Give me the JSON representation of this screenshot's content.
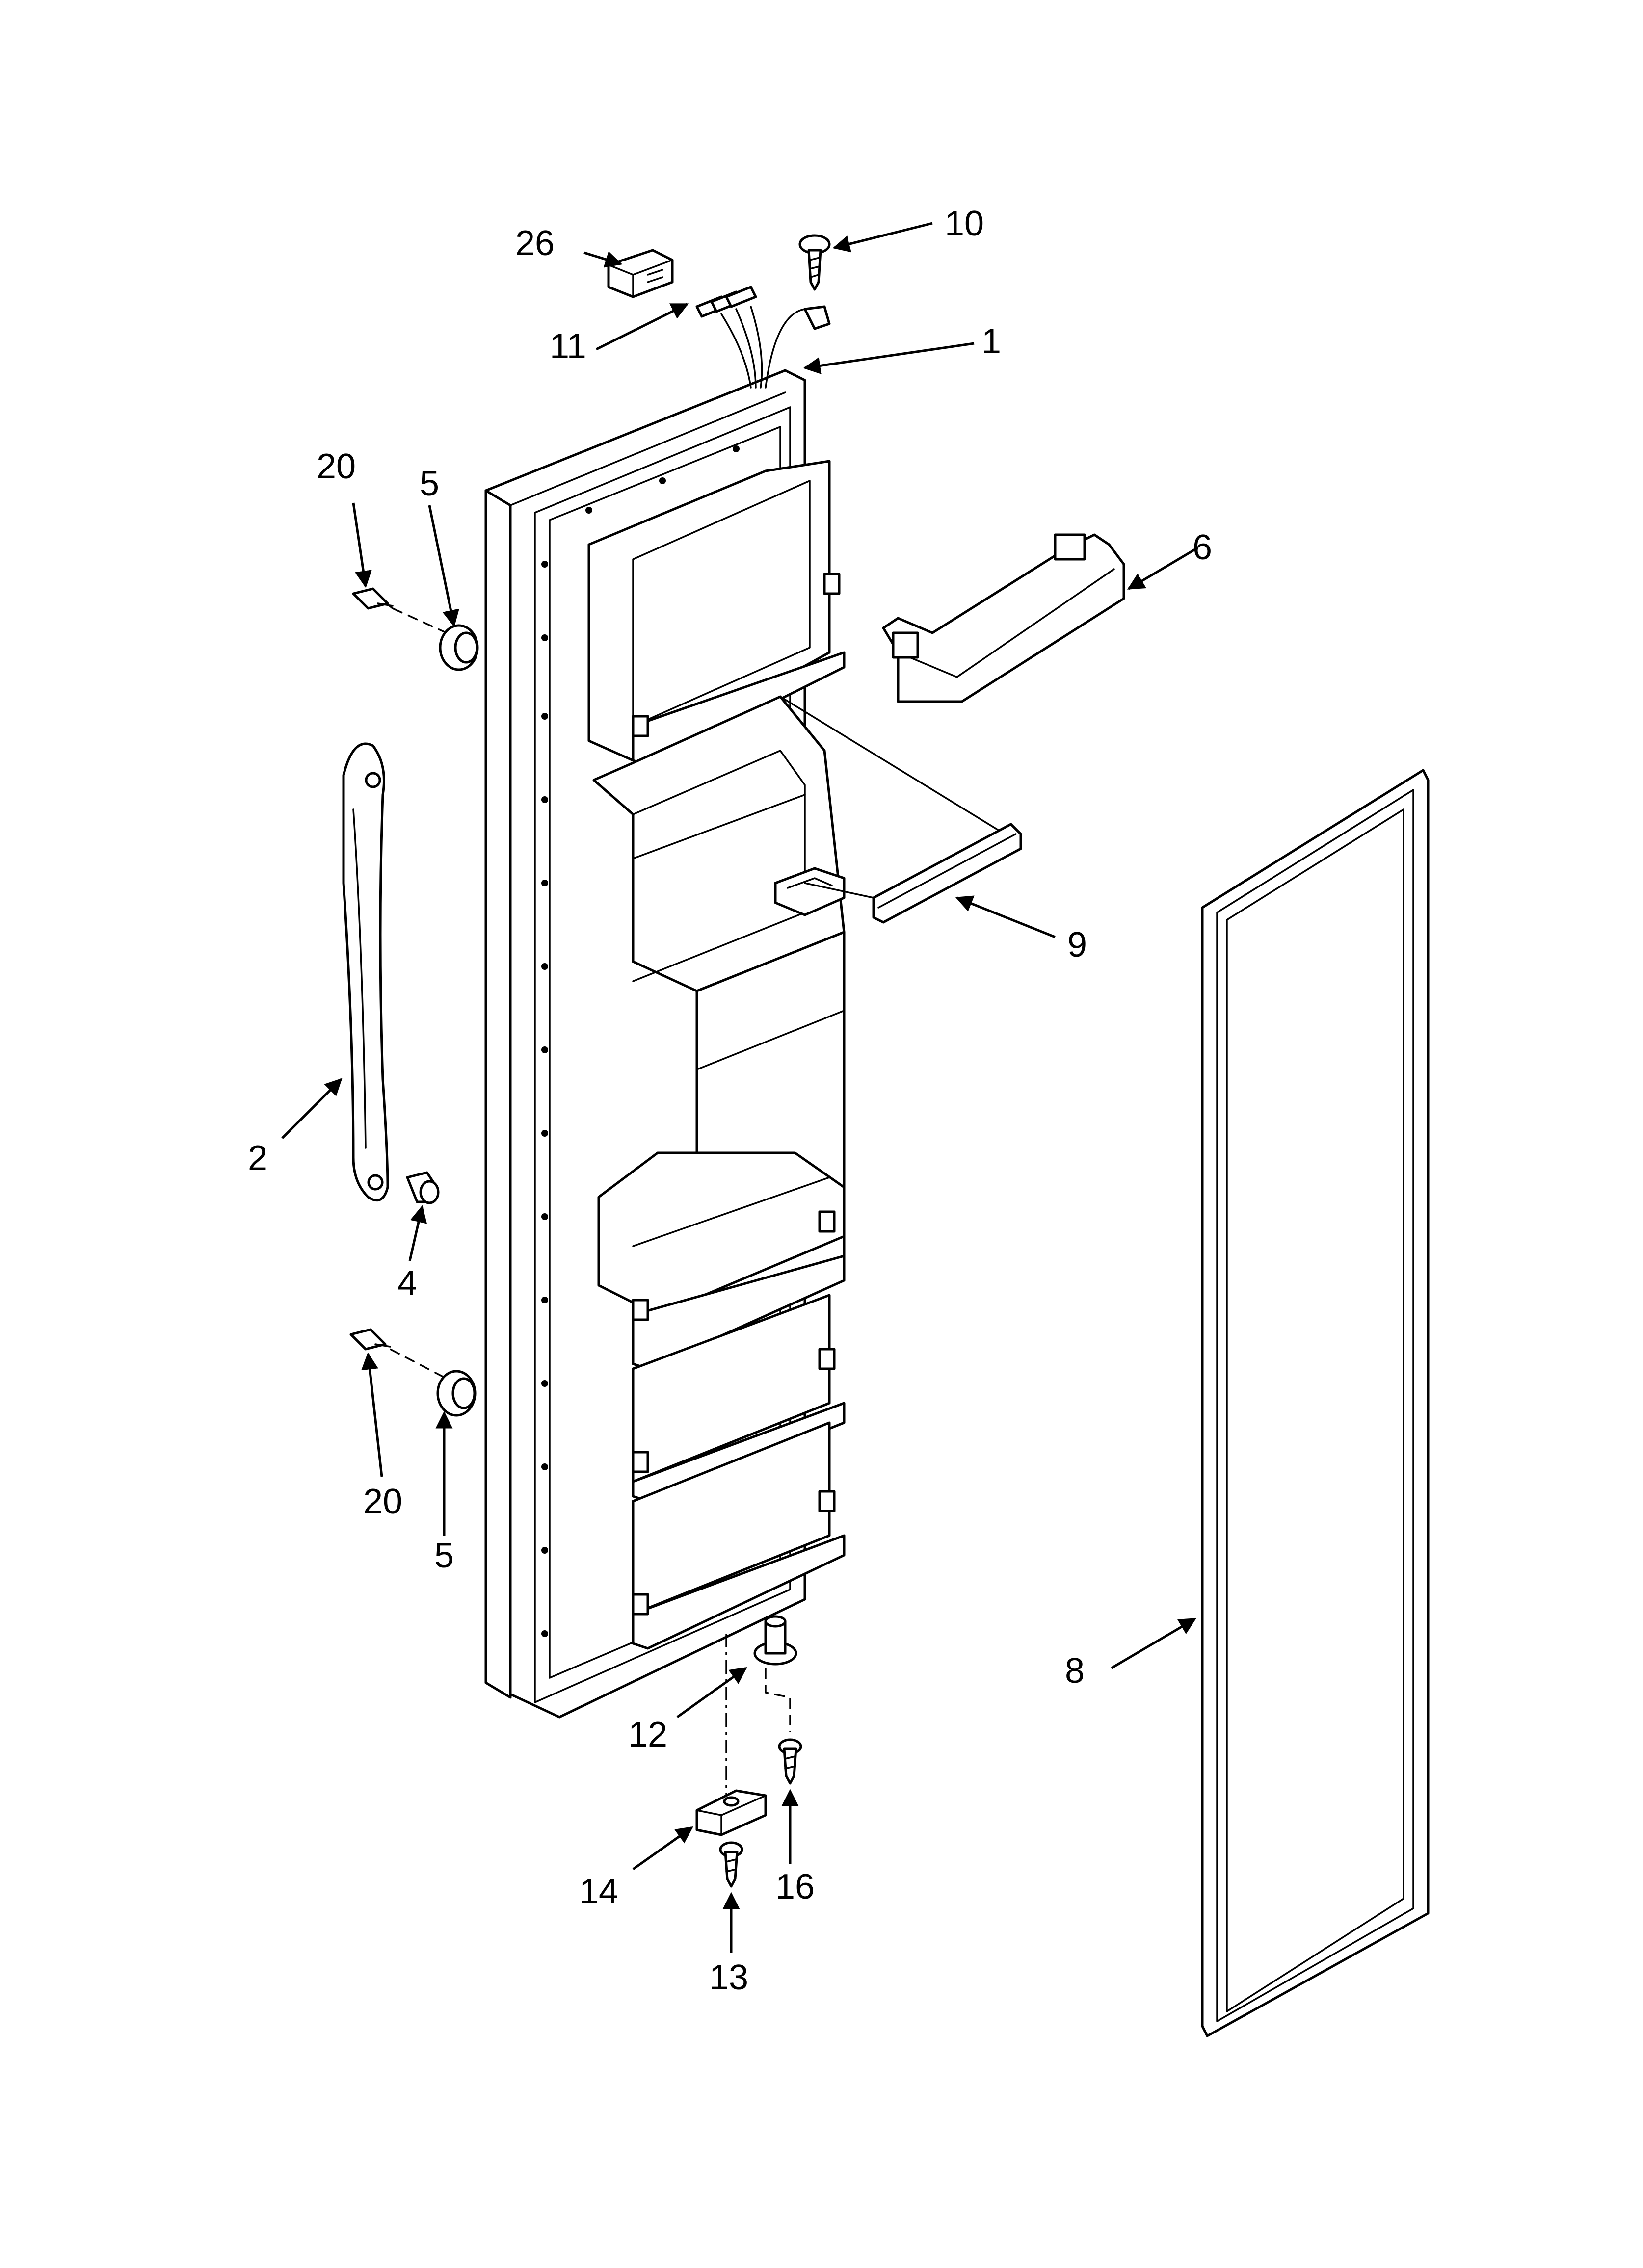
{
  "diagram": {
    "callouts": {
      "c1": "1",
      "c2": "2",
      "c4": "4",
      "c5a": "5",
      "c5b": "5",
      "c6": "6",
      "c8": "8",
      "c9": "9",
      "c10": "10",
      "c11": "11",
      "c12": "12",
      "c13": "13",
      "c14": "14",
      "c16": "16",
      "c20a": "20",
      "c20b": "20",
      "c26": "26"
    },
    "line_color": "#000000",
    "background": "#ffffff"
  }
}
